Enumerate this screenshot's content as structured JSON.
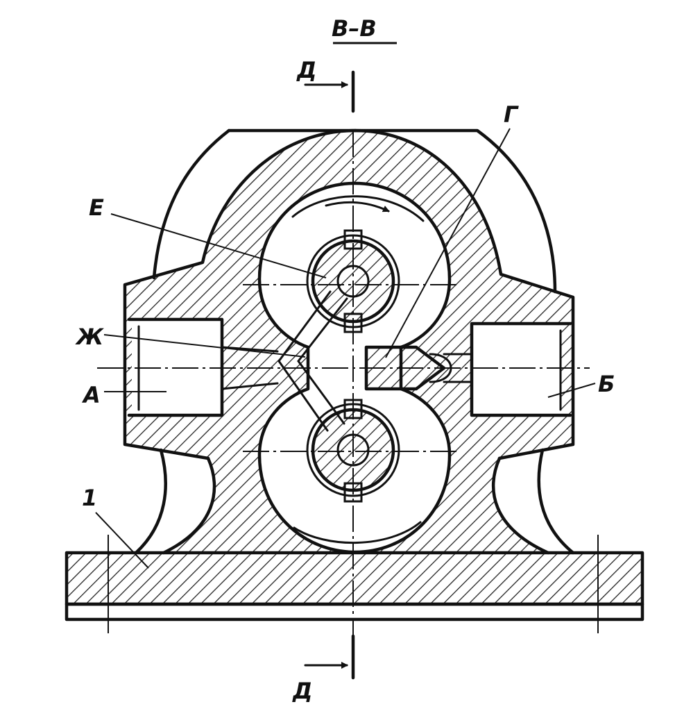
{
  "section_title": "В–В",
  "labels": {
    "cut_top": "Д",
    "cut_bottom": "Д",
    "E": "Е",
    "G": "Г",
    "ZH": "Ж",
    "A": "А",
    "B": "Б",
    "one": "1"
  }
}
